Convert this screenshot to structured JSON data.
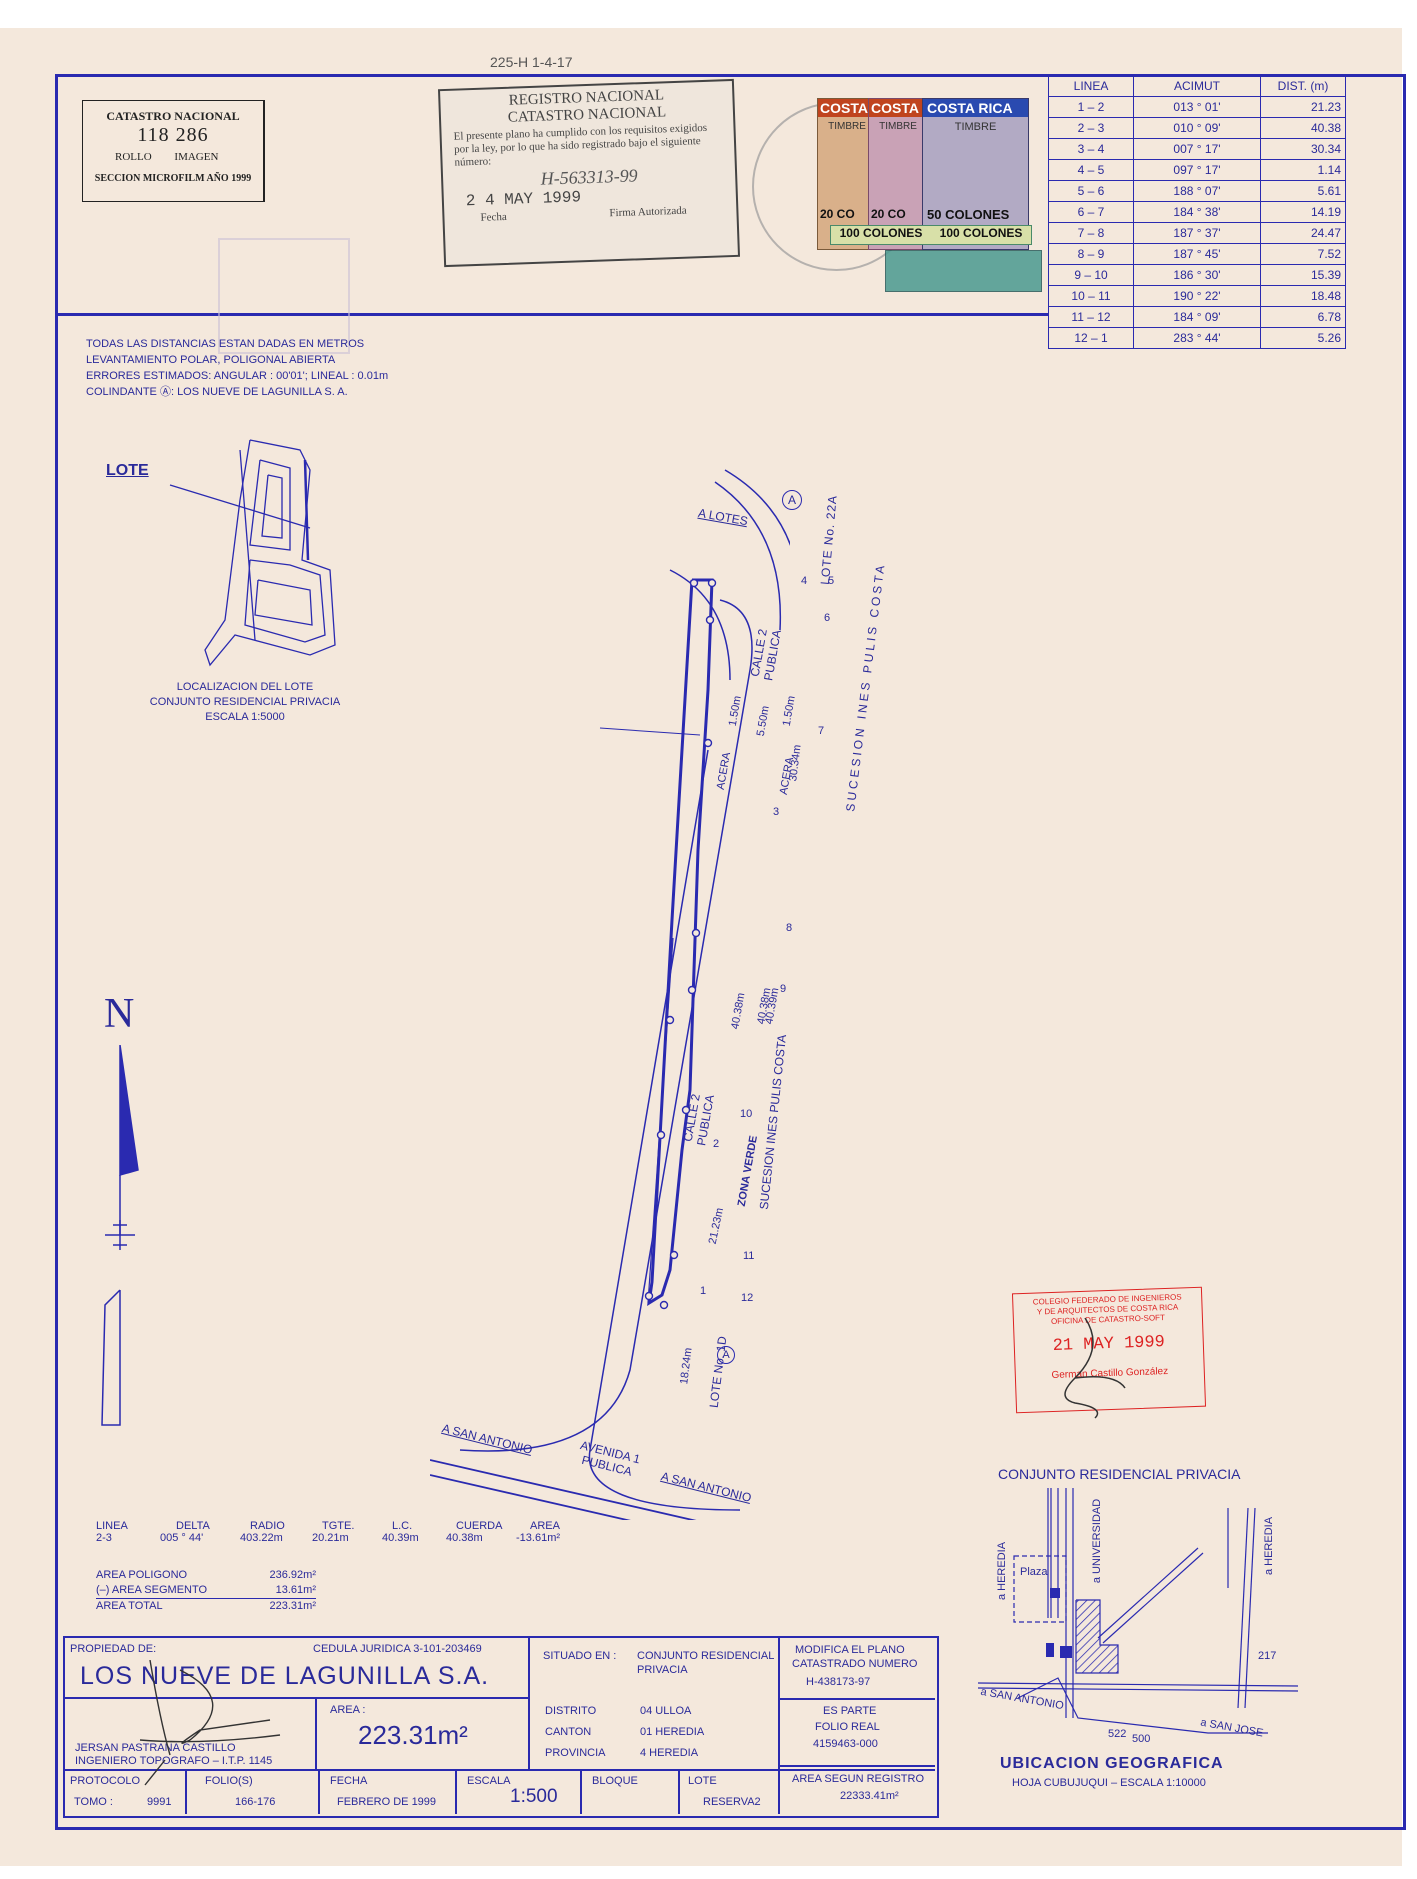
{
  "top_ref": "225-H 1-4-17",
  "catastro_box": {
    "title": "CATASTRO NACIONAL",
    "number": "118 286",
    "rollo": "ROLLO",
    "imagen": "IMAGEN",
    "seccion": "SECCION MICROFILM AÑO 1999"
  },
  "registro_stamp": {
    "line1": "REGISTRO NACIONAL",
    "line2": "CATASTRO NACIONAL",
    "body": "El presente plano ha cumplido con los requisitos exigidos por la ley, por lo que ha sido registrado bajo el siguiente número:",
    "number": "H-563313-99",
    "date": "2 4 MAY 1999",
    "fecha_label": "Fecha",
    "firma_label": "Firma Autorizada"
  },
  "timbres": [
    {
      "brand": "COSTA",
      "top": "TIMBRE",
      "value": "20 CO",
      "bottom": "100 COLONES"
    },
    {
      "brand": "COSTA",
      "top": "TIMBRE",
      "value": "20 CO",
      "bottom": "100 COLONES"
    },
    {
      "brand": "COSTA RICA",
      "top": "TIMBRE",
      "value": "50 COLONES",
      "bottom": "100 COLONES"
    }
  ],
  "acimut_table": {
    "headers": [
      "LINEA",
      "ACIMUT",
      "DIST. (m)"
    ],
    "rows": [
      [
        "1 – 2",
        "013 ° 01'",
        "21.23"
      ],
      [
        "2 – 3",
        "010 ° 09'",
        "40.38"
      ],
      [
        "3 – 4",
        "007 ° 17'",
        "30.34"
      ],
      [
        "4 – 5",
        "097 ° 17'",
        "1.14"
      ],
      [
        "5 – 6",
        "188 ° 07'",
        "5.61"
      ],
      [
        "6 – 7",
        "184 ° 38'",
        "14.19"
      ],
      [
        "7 – 8",
        "187 ° 37'",
        "24.47"
      ],
      [
        "8 – 9",
        "187 ° 45'",
        "7.52"
      ],
      [
        "9 – 10",
        "186 ° 30'",
        "15.39"
      ],
      [
        "10 – 11",
        "190 ° 22'",
        "18.48"
      ],
      [
        "11 – 12",
        "184 ° 09'",
        "6.78"
      ],
      [
        "12 – 1",
        "283 ° 44'",
        "5.26"
      ]
    ]
  },
  "notes": [
    "TODAS LAS DISTANCIAS ESTAN DADAS EN METROS",
    "LEVANTAMIENTO POLAR, POLIGONAL ABIERTA",
    "ERRORES ESTIMADOS: ANGULAR : 00'01'; LINEAL : 0.01m",
    "COLINDANTE Ⓐ: LOS NUEVE DE LAGUNILLA S. A."
  ],
  "location_inset": {
    "lote_label": "LOTE",
    "caption1": "LOCALIZACION DEL LOTE",
    "caption2": "CONJUNTO RESIDENCIAL PRIVACIA",
    "caption3": "ESCALA 1:5000"
  },
  "plan_labels": {
    "a_lotes": "A LOTES",
    "lote22a": "LOTE No. 22A",
    "circle_a": "A",
    "calle2_top_1": "CALLE 2",
    "calle2_top_2": "PUBLICA",
    "sucesion_top": "SUCESION   INES   PULIS   COSTA",
    "acera_left": "ACERA",
    "acera_right": "ACERA",
    "w150_left": "1.50m",
    "w550": "5.50m",
    "w150_right": "1.50m",
    "d3034": "30.34m",
    "d4038_out": "40.38m",
    "d4038_in": "40.38m",
    "d4039": "40.39m",
    "calle2_low_1": "CALLE 2",
    "calle2_low_2": "PUBLICA",
    "zona_verde": "ZONA VERDE",
    "sucesion_low": "SUCESION INES PULIS COSTA",
    "d2123": "21.23m",
    "d1824": "18.24m",
    "lote1d": "LOTE No. 1D",
    "a_san_antonio_1": "A SAN ANTONIO",
    "a_san_antonio_2": "A SAN ANTONIO",
    "avenida_1": "AVENIDA   1",
    "avenida_2": "PUBLICA",
    "north": "N",
    "points": [
      "1",
      "2",
      "3",
      "4",
      "5",
      "6",
      "7",
      "8",
      "9",
      "10",
      "11",
      "12"
    ]
  },
  "curve_table": {
    "headers": [
      "LINEA",
      "DELTA",
      "RADIO",
      "TGTE.",
      "L.C.",
      "CUERDA",
      "AREA"
    ],
    "values": [
      "2-3",
      "005 ° 44'",
      "403.22m",
      "20.21m",
      "40.39m",
      "40.38m",
      "-13.61m²"
    ]
  },
  "areas": {
    "poligono_label": "AREA POLIGONO",
    "poligono_value": "236.92m²",
    "segmento_label": "(–) AREA SEGMENTO",
    "segmento_value": "13.61m²",
    "total_label": "AREA TOTAL",
    "total_value": "223.31m²"
  },
  "colegio_stamp": {
    "line1": "COLEGIO FEDERADO DE INGENIEROS",
    "line2": "Y DE ARQUITECTOS DE COSTA RICA",
    "line3": "OFICINA DE CATASTRO-SOFT",
    "date": "21 MAY 1999",
    "name": "German Castillo González"
  },
  "ubicacion": {
    "title": "CONJUNTO RESIDENCIAL PRIVACIA",
    "heredia_left": "a HEREDIA",
    "universidad": "a UNIVERSIDAD",
    "heredia_right": "a HEREDIA",
    "plaza": "Plaza",
    "n217": "217",
    "san_antonio": "a SAN ANTONIO",
    "n522": "522",
    "n500": "500",
    "san_jose": "a SAN JOSE",
    "footer_title": "UBICACION GEOGRAFICA",
    "footer_sub": "HOJA CUBUJUQUI – ESCALA 1:10000"
  },
  "title_block": {
    "propiedad_label": "PROPIEDAD DE:",
    "cedula": "CEDULA JURIDICA 3-101-203469",
    "owner": "LOS NUEVE DE LAGUNILLA S.A.",
    "engineer_name": "JERSAN PASTRANA CASTILLO",
    "engineer_title": "INGENIERO TOPOGRAFO – I.T.P. 1145",
    "area_label": "AREA :",
    "area_value": "223.31m²",
    "situado_label": "SITUADO EN :",
    "situado_value_1": "CONJUNTO RESIDENCIAL",
    "situado_value_2": "PRIVACIA",
    "distrito_label": "DISTRITO",
    "distrito_value": "04 ULLOA",
    "canton_label": "CANTON",
    "canton_value": "01 HEREDIA",
    "provincia_label": "PROVINCIA",
    "provincia_value": "4 HEREDIA",
    "modifica_1": "MODIFICA EL PLANO",
    "modifica_2": "CATASTRADO NUMERO",
    "modifica_num": "H-438173-97",
    "es_parte_1": "ES PARTE",
    "es_parte_2": "FOLIO REAL",
    "folio_real": "4159463-000",
    "protocolo_label": "PROTOCOLO",
    "tomo_label": "TOMO :",
    "tomo_value": "9991",
    "folios_label": "FOLIO(S)",
    "folios_value": "166-176",
    "fecha_label": "FECHA",
    "fecha_value": "FEBRERO DE 1999",
    "escala_label": "ESCALA",
    "escala_value": "1:500",
    "bloque_label": "BLOQUE",
    "lote_label": "LOTE",
    "lote_value": "RESERVA2",
    "area_registro_label": "AREA SEGUN REGISTRO",
    "area_registro_value": "22333.41m²"
  },
  "colors": {
    "ink": "#2a2ab0",
    "paper": "#f4e8dc",
    "stamp_red": "#d22222"
  }
}
